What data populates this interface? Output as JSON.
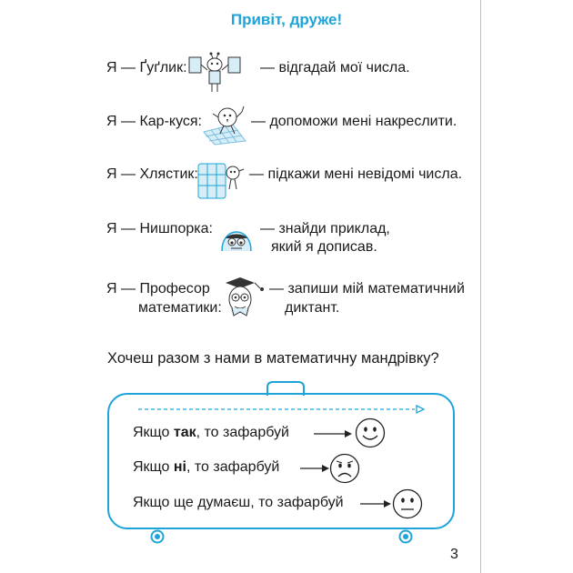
{
  "title": "Привіт, друже!",
  "characters": [
    {
      "intro": "Я — Ґуґлик:",
      "icon": "guglyk-robot-icon",
      "text": "— відгадай мої числа."
    },
    {
      "intro": "Я — Кар-куся:",
      "icon": "karkusia-bird-icon",
      "text": "— допоможи мені накреслити."
    },
    {
      "intro": "Я — Хлястик:",
      "icon": "khliastyk-grid-icon",
      "text": "— підкажи мені невідомі числа."
    },
    {
      "intro": "Я — Нишпорка:",
      "icon": "nyshporka-peeking-icon",
      "text_line1": "— знайди приклад,",
      "text_line2": "який я дописав."
    },
    {
      "intro_line1": "Я — Професор",
      "intro_line2": "математики:",
      "icon": "professor-graduate-icon",
      "text_line1": "— запиши мій математичний",
      "text_line2": "диктант."
    }
  ],
  "question": "Хочеш разом з нами в математичну мандрівку?",
  "options": [
    {
      "prefix": "Якщо ",
      "bold": "так",
      "suffix": ", то зафарбуй",
      "face": "happy-face-icon"
    },
    {
      "prefix": "Якщо ",
      "bold": "ні",
      "suffix": ", то зафарбуй",
      "face": "sad-face-icon"
    },
    {
      "prefix": "Якщо ще думаєш, то зафарбуй",
      "bold": "",
      "suffix": "",
      "face": "neutral-face-icon"
    }
  ],
  "page_number": "3",
  "colors": {
    "accent": "#1ea4d8",
    "tile": "#d7eef8"
  }
}
